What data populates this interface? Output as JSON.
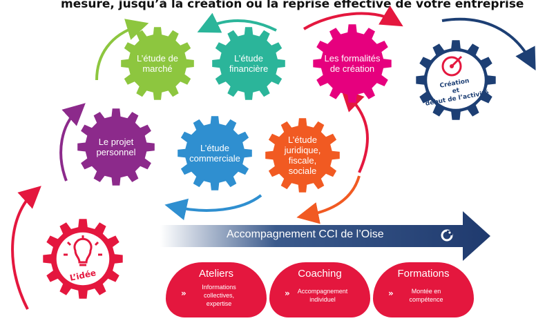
{
  "headline": "mesure, jusqu’à la création ou la reprise effective de votre entreprise",
  "gears": {
    "idee": {
      "label": "L’idée"
    },
    "projet": {
      "label_line1": "Le projet",
      "label_line2": "personnel"
    },
    "marche": {
      "label_line1": "L’étude de",
      "label_line2": "marché"
    },
    "financiere": {
      "label_line1": "L’étude",
      "label_line2": "financière"
    },
    "formalites": {
      "label_line1": "Les formalités",
      "label_line2": "de création"
    },
    "commerciale": {
      "label_line1": "L’étude",
      "label_line2": "commerciale"
    },
    "juridique": {
      "label_line1": "L’étude",
      "label_line2": "juridique,",
      "label_line3": "fiscale,",
      "label_line4": "sociale"
    },
    "creation": {
      "label_line1": "Création",
      "label_line2": "et",
      "label_line3": "début de l’activité"
    }
  },
  "banner": {
    "label": "Accompagnement CCI de l’Oise"
  },
  "cards": [
    {
      "title": "Ateliers",
      "body_line1": "Informations",
      "body_line2": "collectives,",
      "body_line3": "expertise"
    },
    {
      "title": "Coaching",
      "body_line1": "Accompagnement",
      "body_line2": "individuel"
    },
    {
      "title": "Formations",
      "body_line1": "Montée en",
      "body_line2": "compétence"
    }
  ],
  "colors": {
    "idee": "#e4173e",
    "projet": "#8c2a8b",
    "marche": "#8dc63f",
    "financiere": "#2bb59a",
    "formalites": "#e6007e",
    "commerciale": "#2f8fd0",
    "juridique": "#f15a22",
    "creation": "#1d3f74",
    "banner": "#1f3a6e",
    "card": "#e4173e"
  },
  "icons": {
    "bulb": "lightbulb-icon",
    "target": "target-icon",
    "logo": "cci-logo-icon",
    "chevron": "double-chevron-icon"
  }
}
